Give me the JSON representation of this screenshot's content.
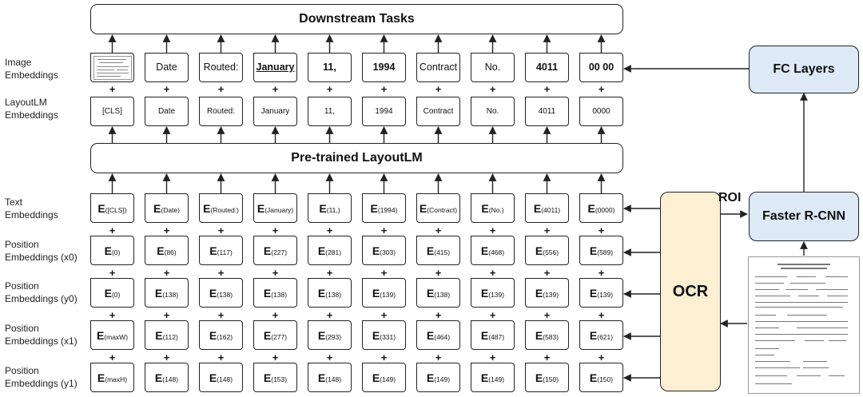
{
  "top": {
    "downstream": "Downstream Tasks",
    "pretrained": "Pre-trained LayoutLM"
  },
  "labels": {
    "image": [
      "Image",
      "Embeddings"
    ],
    "layoutlm": [
      "LayoutLM",
      "Embeddings"
    ],
    "text": [
      "Text",
      "Embeddings"
    ],
    "x0": [
      "Position",
      "Embeddings (x0)"
    ],
    "y0": [
      "Position",
      "Embeddings (y0)"
    ],
    "x1": [
      "Position",
      "Embeddings (x1)"
    ],
    "y1": [
      "Position",
      "Embeddings (y1)"
    ]
  },
  "image_tokens": [
    "",
    "Date",
    "Routed:",
    "January",
    "11,",
    "1994",
    "Contract",
    "No.",
    "4011",
    "00 00"
  ],
  "layoutlm_tokens": [
    "[CLS]",
    "Date",
    "Routed:",
    "January",
    "11,",
    "1994",
    "Contract",
    "No.",
    "4011",
    "0000"
  ],
  "text_subs": [
    "([CLS])",
    "(Date)",
    "(Routed:)",
    "(January)",
    "(11,)",
    "(1994)",
    "(Contract)",
    "(No.)",
    "(4011)",
    "(0000)"
  ],
  "x0_subs": [
    "(0)",
    "(86)",
    "(117)",
    "(227)",
    "(281)",
    "(303)",
    "(415)",
    "(468)",
    "(556)",
    "(589)"
  ],
  "y0_subs": [
    "(0)",
    "(138)",
    "(138)",
    "(138)",
    "(138)",
    "(139)",
    "(138)",
    "(139)",
    "(139)",
    "(139)"
  ],
  "x1_subs": [
    "(maxW)",
    "(112)",
    "(162)",
    "(277)",
    "(293)",
    "(331)",
    "(464)",
    "(487)",
    "(583)",
    "(621)"
  ],
  "y1_subs": [
    "(maxH)",
    "(148)",
    "(148)",
    "(153)",
    "(148)",
    "(149)",
    "(149)",
    "(149)",
    "(150)",
    "(150)"
  ],
  "emb_letter": "E",
  "plus": "+",
  "side": {
    "ocr": "OCR",
    "faster_rcnn": "Faster R-CNN",
    "fc_layers": "FC Layers",
    "roi": "ROI"
  },
  "colors": {
    "ocr_fill": "#fdf0d2",
    "blue_fill": "#dde9f6",
    "stroke": "#222222"
  }
}
